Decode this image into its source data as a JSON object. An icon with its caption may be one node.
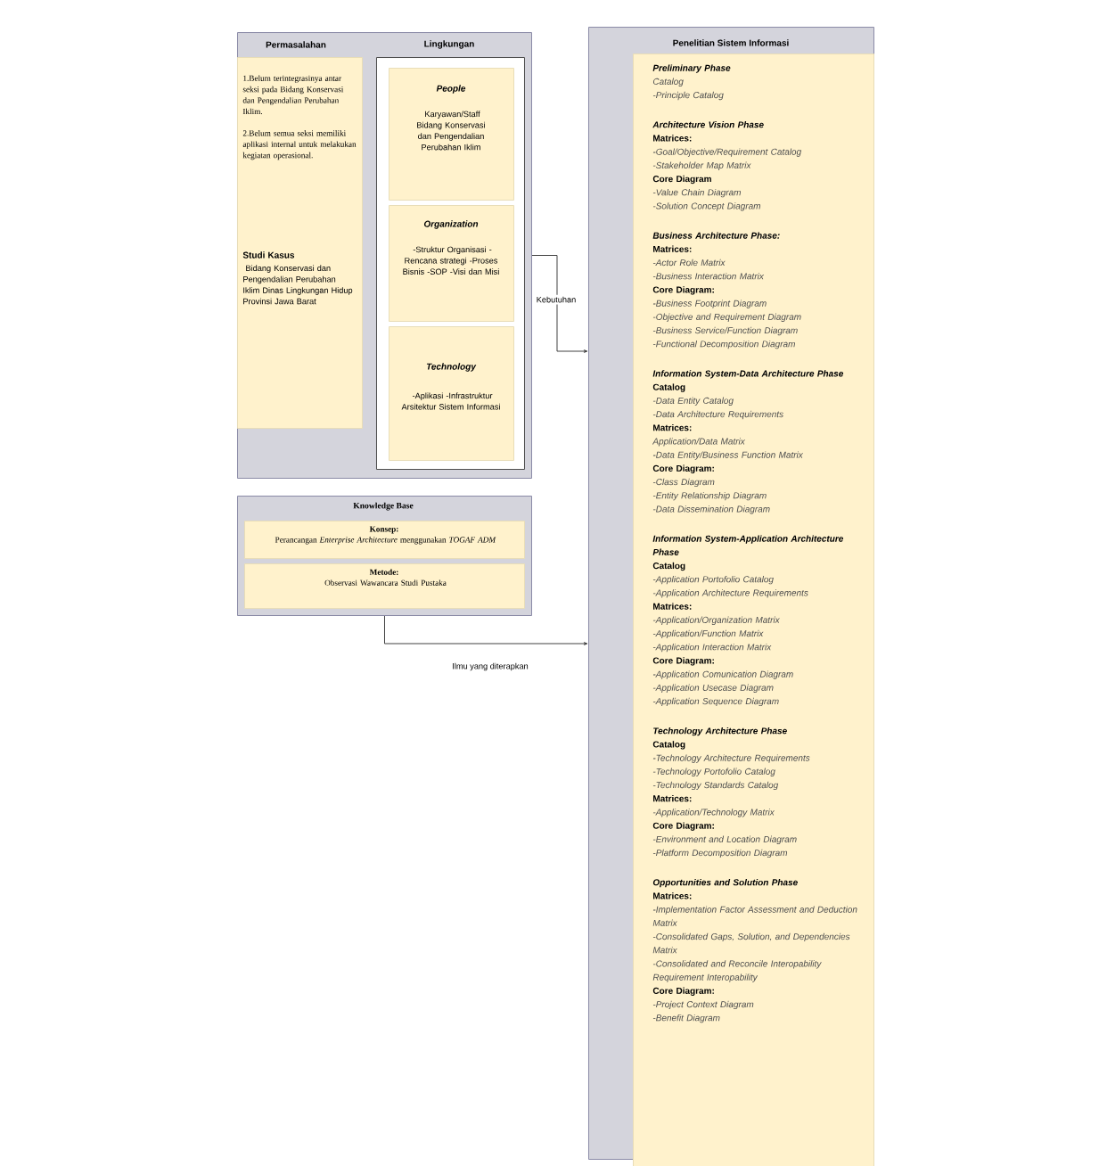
{
  "diagram": {
    "nodes": [
      {
        "text": [],
        "shape": "box"
      },
      {
        "text": [
          "Permasalahan",
          "1.Belum terintegrasinya antar seksi pada Bidang Konservasi dan Pengendalian Perubahan Iklim.",
          "2.Belum semua seksi memiliki aplikasi internal untuk melakukan kegiatan operasional.",
          "Studi Kasus",
          "Bidang Konservasi dan Pengendalian Perubahan Iklim Dinas Lingkungan Hidup Provinsi Jawa Barat"
        ],
        "in": 0
      },
      {
        "text": [
          "Lingkungan"
        ],
        "in": 0
      },
      {
        "text": [
          "People",
          "Karyawan/Staff Bidang Konservasi dan Pengendalian Perubahan Iklim"
        ],
        "in": 2
      },
      {
        "text": [
          "Organization",
          "-Struktur Organisasi -Rencana strategi -Proses Bisnis -SOP -Visi dan Misi"
        ],
        "in": 2
      },
      {
        "text": [
          "Technology",
          "-Aplikasi -Infrastruktur Arsitektur Sistem Informasi"
        ],
        "in": 2
      },
      {
        "text": [
          "Knowledge Base"
        ]
      },
      {
        "text": [
          "Konsep:",
          "Perancangan *Enterprise Architecture* menggunakan *TOGAF ADM*"
        ],
        "in": 6
      },
      {
        "text": [
          "Metode:",
          "Observasi Wawancara Studi Pustaka"
        ],
        "in": 6
      },
      {
        "text": [
          "Penelitian Sistem Informasi"
        ]
      },
      {
        "text": [
          "Preliminary Phase",
          "Catalog",
          "-Principle Catalog",
          "Architecture Vision Phase",
          "Matrices:",
          "-Goal/Objective/Requirement Catalog",
          "-Stakeholder Map Matrix",
          "Core Diagram",
          "-Value Chain Diagram",
          "-Solution Concept Diagram",
          "Business Architecture Phase:",
          "Matrices:",
          "-Actor Role Matrix",
          "-Business Interaction Matrix",
          "Core Diagram:",
          "-Business Footprint Diagram",
          "-Objective and Requirement Diagram",
          "-Business Service/Function Diagram",
          "-Functional Decomposition Diagram",
          "Information System-Data Architecture Phase",
          "Catalog",
          "-Data Entity Catalog",
          "-Data Architecture Requirements",
          "Matrices:",
          "Application/Data Matrix",
          "-Data Entity/Business Function Matrix",
          "Core Diagram:",
          "-Class Diagram",
          "-Entity Relationship Diagram",
          "-Data Dissemination Diagram",
          "Information System-Application Architecture Phase",
          "Catalog",
          "-Application Portofolio Catalog",
          "-Application Architecture Requirements",
          "Matrices:",
          "-Application/Organization Matrix",
          "-Application/Function Matrix",
          "-Application Interaction Matrix",
          "Core Diagram:",
          "-Application Comunication Diagram",
          "-Application Usecase Diagram",
          "-Application Sequence Diagram",
          "Technology Architecture Phase",
          "Catalog",
          "-Technology Architecture Requirements",
          "-Technology Portofolio Catalog",
          "-Technology Standards Catalog",
          "Matrices:",
          "-Application/Technology Matrix",
          "Core Diagram:",
          "-Environment and Location Diagram",
          "-Platform Decomposition Diagram",
          "Opportunities and Solution Phase",
          "Matrices:",
          "-Implementation Factor Assessment and Deduction Matrix",
          "-Consolidated Gaps, Solution, and Dependencies Matrix",
          "-Consolidated and Reconcile Interopability Requirement Interopability",
          "Core Diagram:",
          "-Project Context Diagram",
          "-Benefit Diagram"
        ],
        "in": 9
      }
    ],
    "edges": [
      {
        "from": 0,
        "to": 9,
        "arrow": "to",
        "label": "Kebutuhan"
      },
      {
        "from": 6,
        "to": 9,
        "arrow": "to",
        "label": "Ilmu yang diterapkan"
      }
    ]
  }
}
